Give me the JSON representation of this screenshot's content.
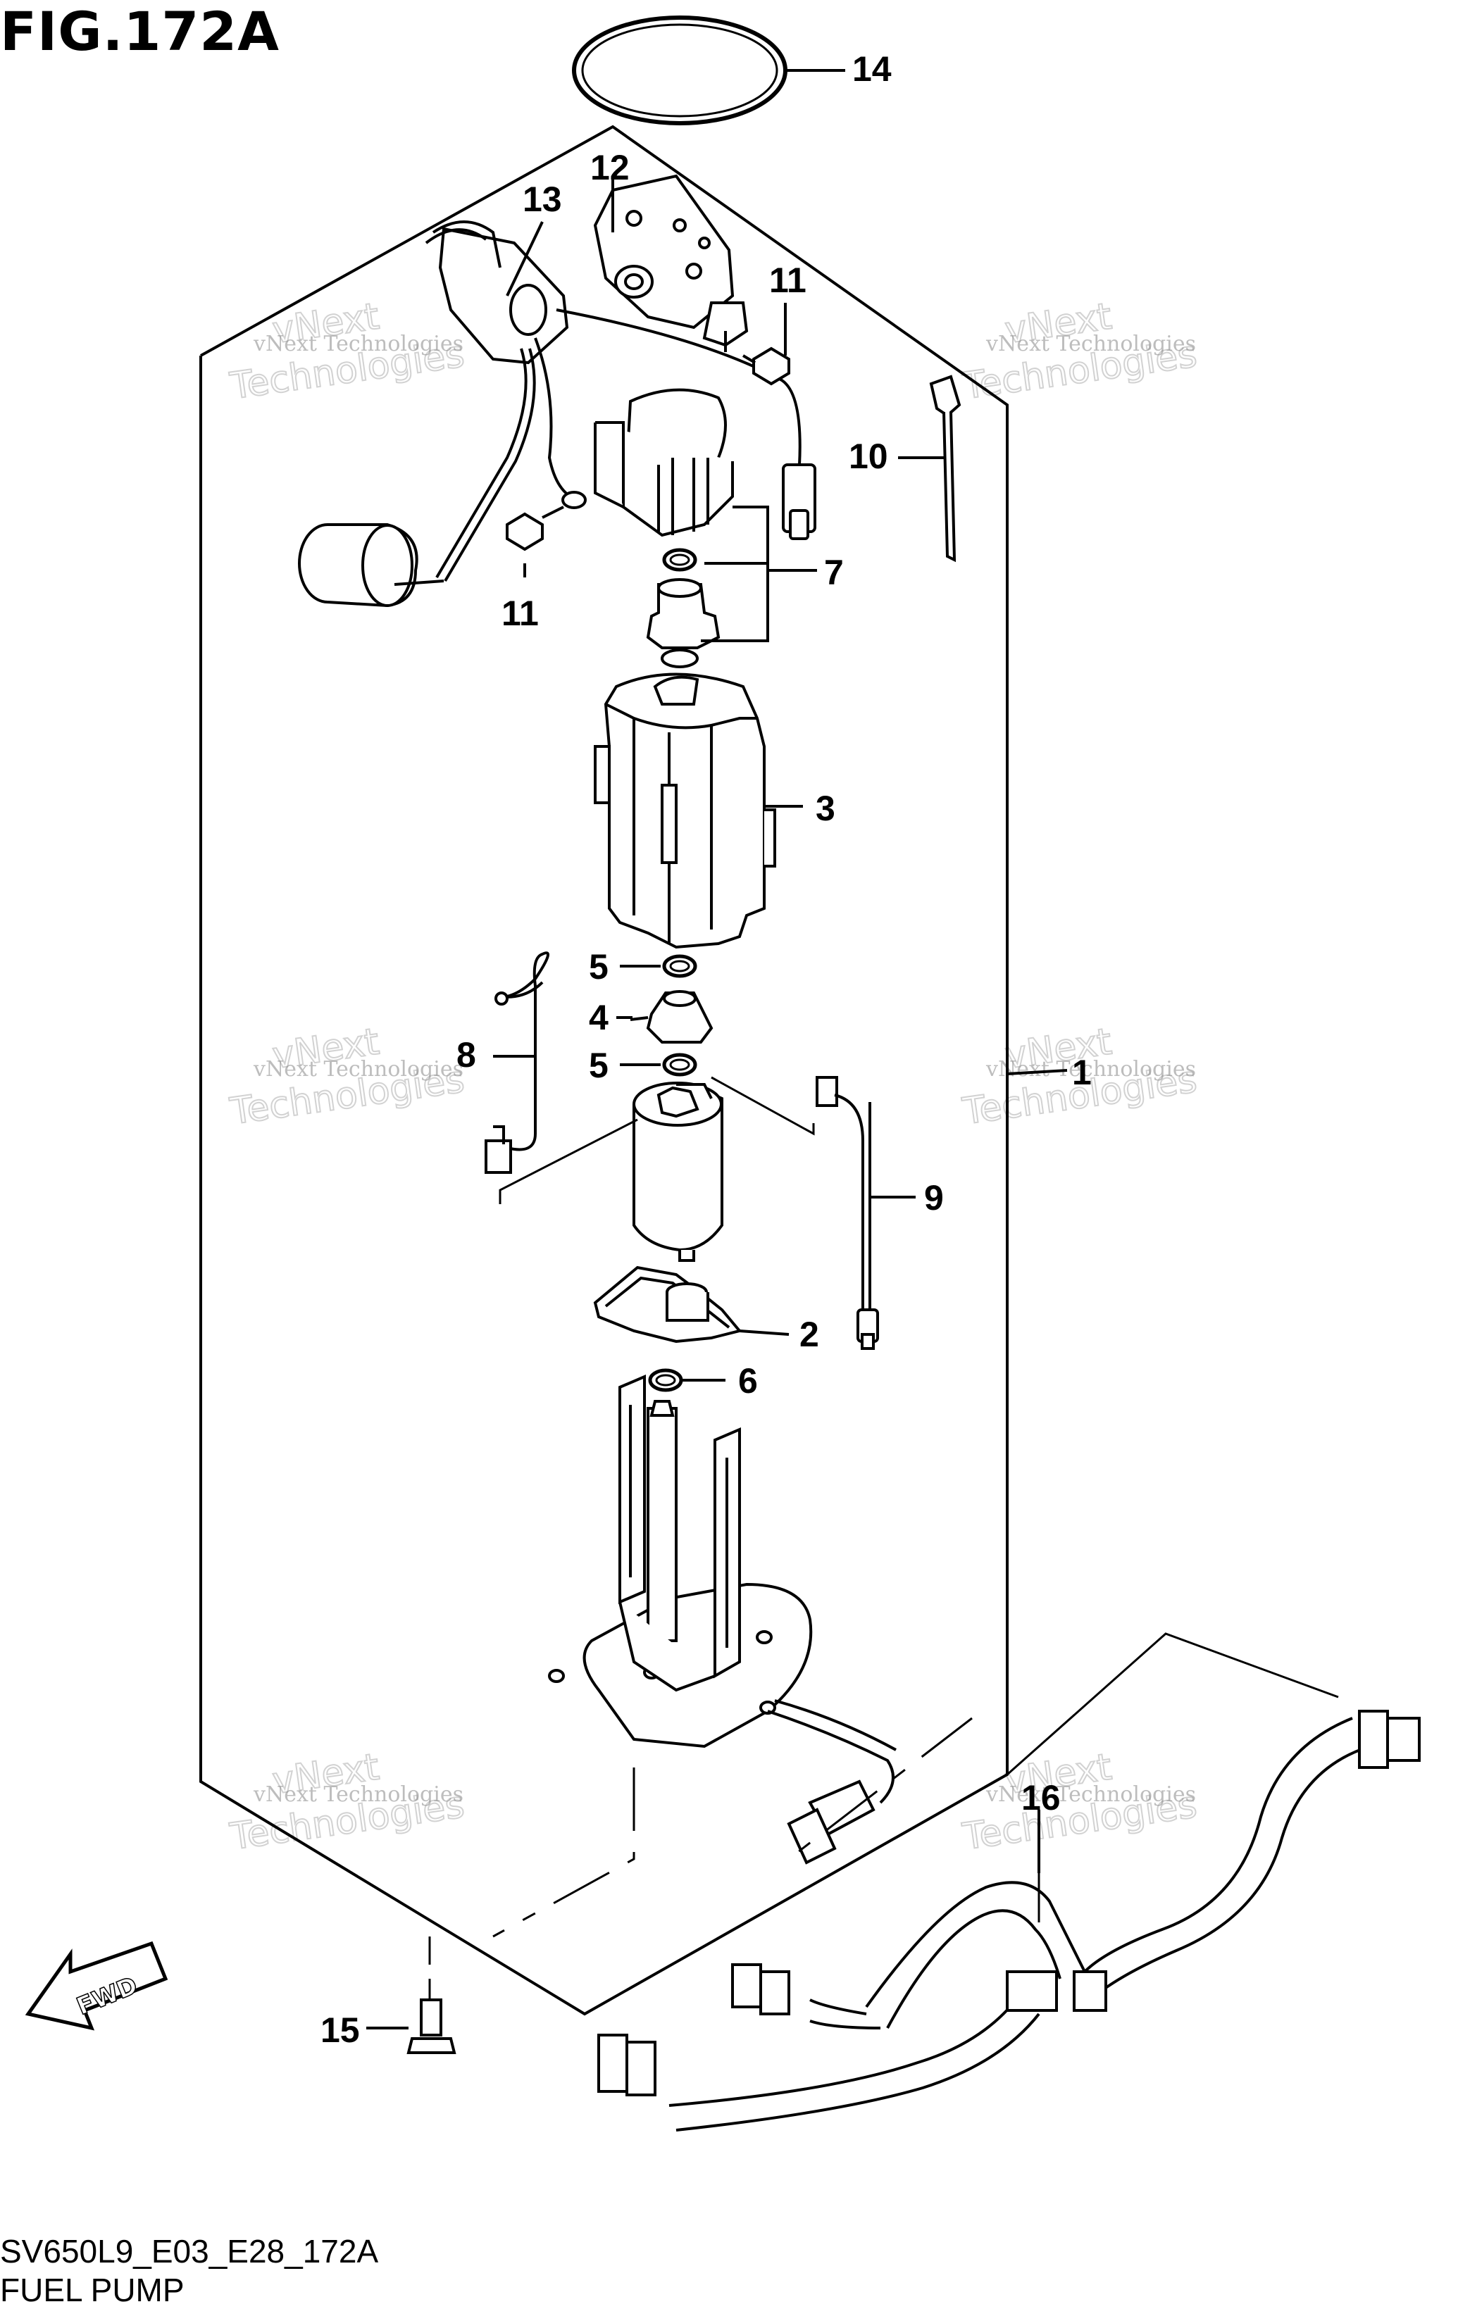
{
  "figure": {
    "title": "FIG.172A",
    "code": "SV650L9_E03_E28_172A",
    "name": "FUEL PUMP"
  },
  "watermark": {
    "line1": "vNext Technologies",
    "line2": "vNext",
    "line3": "Technologies"
  },
  "direction_label": "FWD",
  "callouts": {
    "c1": "1",
    "c2": "2",
    "c3": "3",
    "c4": "4",
    "c5a": "5",
    "c5b": "5",
    "c6": "6",
    "c7": "7",
    "c8": "8",
    "c9": "9",
    "c10": "10",
    "c11a": "11",
    "c11b": "11",
    "c12": "12",
    "c13": "13",
    "c14": "14",
    "c15": "15",
    "c16": "16"
  }
}
